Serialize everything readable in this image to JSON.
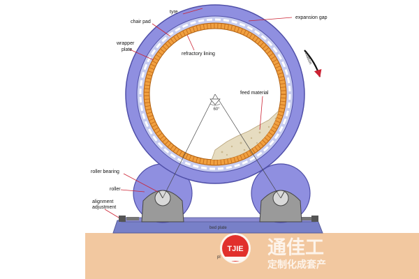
{
  "labels": {
    "tyre": "tyre",
    "chair_pad": "chair pad",
    "expansion_gap": "expansion gap",
    "wrapper_plate_line1": "wrapper",
    "wrapper_plate_line2": "plate",
    "refractory_lining": "refractory lining",
    "rotation": "rotation",
    "feed_material": "feed material",
    "angle": "60°",
    "roller_bearing": "roller bearing",
    "roller": "roller",
    "alignment_line1": "alignment",
    "alignment_line2": "adjustment",
    "bed_plate": "bed plate",
    "foundation_partial": "pl"
  },
  "watermark": {
    "logo_text": "TJIE",
    "company_name": "通佳工",
    "tagline": "定制化成套产"
  },
  "colors": {
    "tyre": "#8f8fe0",
    "shell_band": "#c8cdf0",
    "refractory": "#f0a040",
    "feed": "#e6dcc0",
    "bed_plate": "#7880c8",
    "bearing": "#9a9a9a",
    "ground": "#f2c8a0",
    "logo_red": "#e02020"
  }
}
